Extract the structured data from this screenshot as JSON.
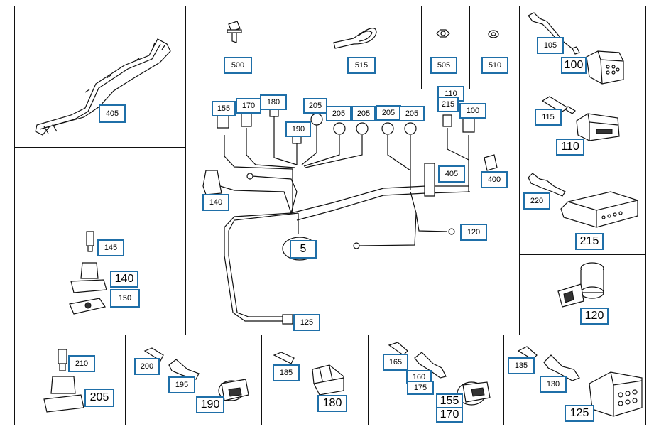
{
  "diagram": {
    "labels": {
      "l405a": "405",
      "l500": "500",
      "l515": "515",
      "l505": "505",
      "l510": "510",
      "l105": "105",
      "l100a": "100",
      "l155a": "155",
      "l170a": "170",
      "l180a": "180",
      "l205a": "205",
      "l205b": "205",
      "l205c": "205",
      "l205d": "205",
      "l205e": "205",
      "l190a": "190",
      "l110a": "110",
      "l215a": "215",
      "l100b": "100",
      "l405b": "405",
      "l400": "400",
      "l140a": "140",
      "l120a": "120",
      "l5": "5",
      "l125a": "125",
      "l115": "115",
      "l110b": "110",
      "l220": "220",
      "l215b": "215",
      "l120b": "120",
      "l145": "145",
      "l140b": "140",
      "l150": "150",
      "l210": "210",
      "l205f": "205",
      "l200": "200",
      "l195": "195",
      "l190b": "190",
      "l185": "185",
      "l180b": "180",
      "l165": "165",
      "l160": "160",
      "l175": "175",
      "l155b": "155",
      "l170b": "170",
      "l135": "135",
      "l130": "130",
      "l125b": "125"
    }
  }
}
